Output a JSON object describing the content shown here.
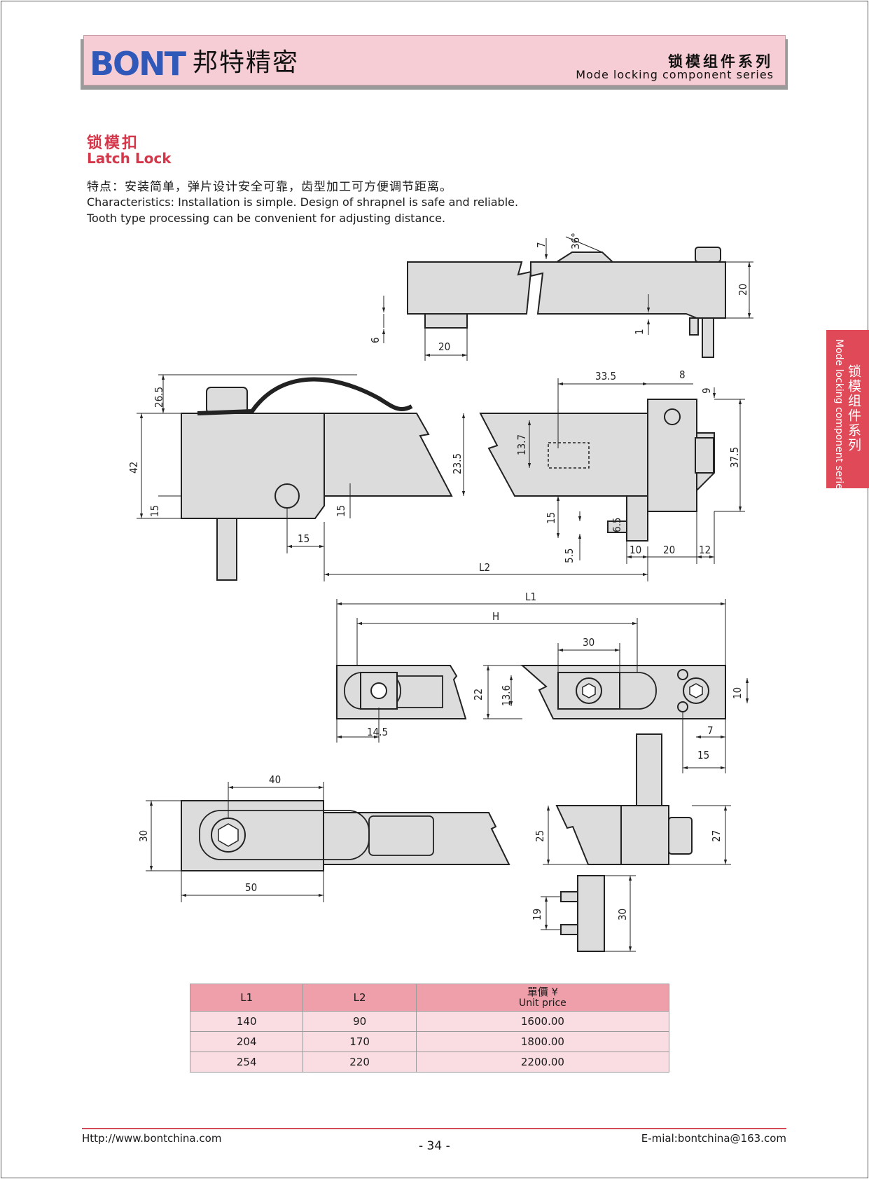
{
  "header": {
    "logo": "BONT",
    "logo_cn": "邦特精密",
    "series_cn": "锁模组件系列",
    "series_en": "Mode locking component series"
  },
  "side_tab": {
    "cn": "锁模组件系列",
    "en": "Mode locking component series"
  },
  "product": {
    "title_cn": "锁模扣",
    "title_en": "Latch Lock",
    "features_cn": "特点：安装简单，弹片设计安全可靠，齿型加工可方便调节距离。",
    "features_en_1": "Characteristics: Installation is simple. Design of shrapnel is safe and reliable.",
    "features_en_2": "Tooth type processing can be convenient for adjusting distance."
  },
  "dims": {
    "d7": "7",
    "d36": "36°",
    "d20a": "20",
    "d6": "6",
    "d1": "1",
    "d20b": "20",
    "d26_5": "26.5",
    "d42": "42",
    "d15a": "15",
    "d15b": "15",
    "d15c": "15",
    "d33_5": "33.5",
    "d8": "8",
    "d9": "9",
    "d13_7": "13.7",
    "d23_5": "23.5",
    "d37_5": "37.5",
    "d15d": "15",
    "d6_5": "6.5",
    "d5_5": "5.5",
    "d10a": "10",
    "d20c": "20",
    "d12": "12",
    "L2": "L2",
    "L1": "L1",
    "H": "H",
    "d30a": "30",
    "d22": "22",
    "d13_6": "13.6",
    "d10b": "10",
    "d14_5": "14.5",
    "d7b": "7",
    "d15e": "15",
    "d40": "40",
    "d30b": "30",
    "d50": "50",
    "d25": "25",
    "d27": "27",
    "d19": "19",
    "d30c": "30"
  },
  "price_table": {
    "headers": [
      "L1",
      "L2",
      "單價 ¥",
      "Unit price"
    ],
    "rows": [
      [
        "140",
        "90",
        "1600.00"
      ],
      [
        "204",
        "170",
        "1800.00"
      ],
      [
        "254",
        "220",
        "2200.00"
      ]
    ]
  },
  "footer": {
    "url": "Http://www.bontchina.com",
    "page": "- 34 -",
    "email": "E-mial:bontchina@163.com"
  }
}
